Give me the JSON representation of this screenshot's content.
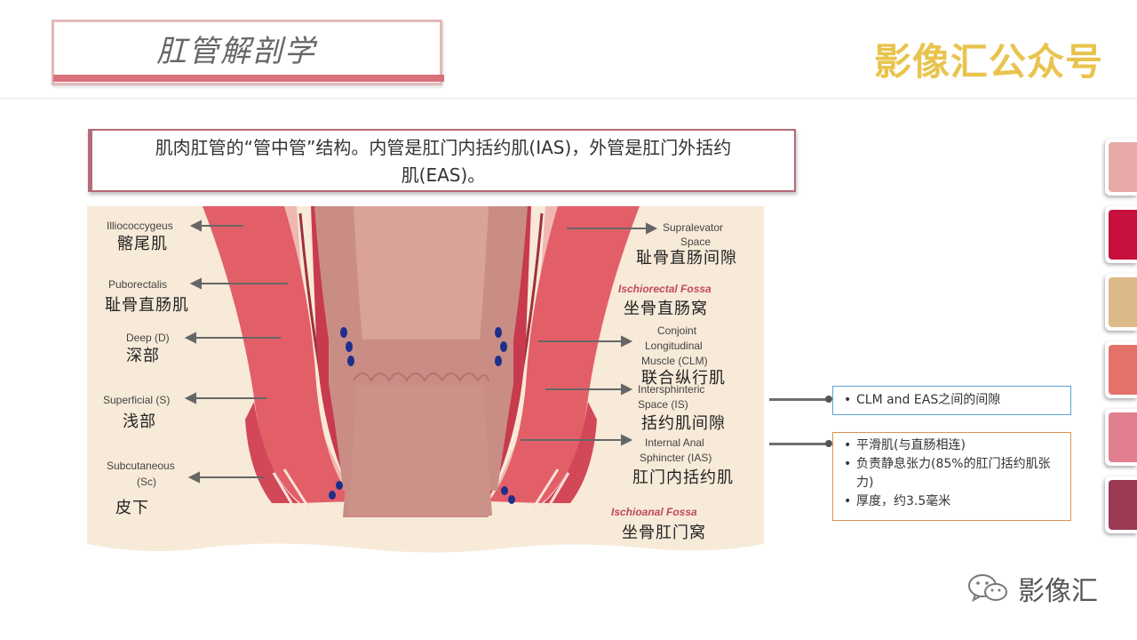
{
  "header": {
    "title": "肛管解剖学",
    "brand": "影像汇公众号"
  },
  "caption": {
    "line1": "肌肉肛管的“管中管”结构。内管是肛门内括约肌(IAS)，外管是肛门外括约",
    "line2": "肌(EAS)。"
  },
  "diagram": {
    "left_labels": [
      {
        "en": "Illiococcygeus",
        "zh": "髂尾肌"
      },
      {
        "en": "Puborectalis",
        "zh": "耻骨直肠肌"
      },
      {
        "en": "Deep (D)",
        "zh": "深部"
      },
      {
        "en": "Superficial (S)",
        "zh": "浅部"
      },
      {
        "en1": "Subcutaneous",
        "en2": "(Sc)",
        "zh": "皮下"
      }
    ],
    "right_labels": {
      "supralevator": {
        "en1": "Supralevator",
        "en2": "Space",
        "zh": "耻骨直肠间隙"
      },
      "ischiorectal": {
        "en": "Ischiorectal Fossa",
        "zh": "坐骨直肠窝"
      },
      "clm": {
        "en1": "Conjoint",
        "en2": "Longitudinal",
        "en3": "Muscle (CLM)",
        "zh": "联合纵行肌"
      },
      "is": {
        "en1": "Intersphinteric",
        "en2": "Space (IS)",
        "zh": "括约肌间隙"
      },
      "ias": {
        "en1": "Internal Anal",
        "en2": "Sphincter (IAS)",
        "zh": "肛门内括约肌"
      },
      "ischioanal": {
        "en": "Ischioanal Fossa",
        "zh": "坐骨肛门窝"
      }
    }
  },
  "callouts": {
    "is_box": [
      "CLM and EAS之间的间隙"
    ],
    "ias_box": [
      "平滑肌(与直肠相连)",
      "负责静息张力(85%的肛门括约肌张力)",
      "厚度，约3.5毫米"
    ]
  },
  "strips": [
    "#e8a9a9",
    "#c8103e",
    "#ddb888",
    "#e4716a",
    "#e17f8e",
    "#9b3a52"
  ],
  "watermark": {
    "text": "影像汇"
  }
}
